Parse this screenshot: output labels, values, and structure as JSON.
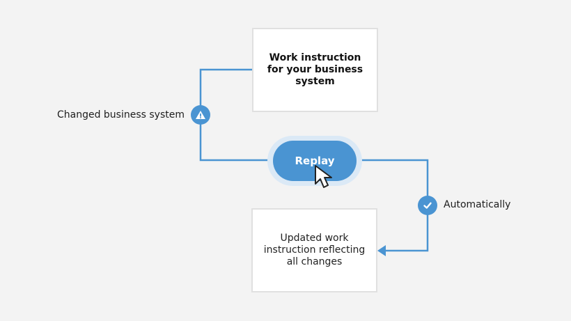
{
  "diagram": {
    "top_box_text": "Work instruction for your business system",
    "bottom_box_text": "Updated work instruction reflecting all changes",
    "left_label": "Changed business system",
    "right_label": "Automatically",
    "button_label": "Replay"
  },
  "colors": {
    "accent": "#4a94d2",
    "background": "#f3f3f3",
    "box_border": "#e0e0e0"
  },
  "icons": {
    "warning": "warning-icon",
    "check": "check-icon",
    "cursor": "cursor-icon"
  }
}
